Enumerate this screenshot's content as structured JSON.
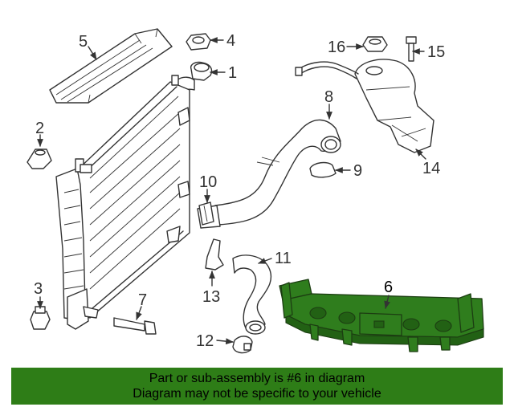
{
  "callouts": {
    "c1": "1",
    "c2": "2",
    "c3": "3",
    "c4": "4",
    "c5": "5",
    "c6": "6",
    "c7": "7",
    "c8": "8",
    "c9": "9",
    "c10": "10",
    "c11": "11",
    "c12": "12",
    "c13": "13",
    "c14": "14",
    "c15": "15",
    "c16": "16"
  },
  "highlight": {
    "part_number": "6",
    "color": "#2f7d1d"
  },
  "banner": {
    "line1": "Part or sub-assembly is #6 in diagram",
    "line2": "Diagram may not be specific to your vehicle",
    "background": "#2e7d17"
  }
}
